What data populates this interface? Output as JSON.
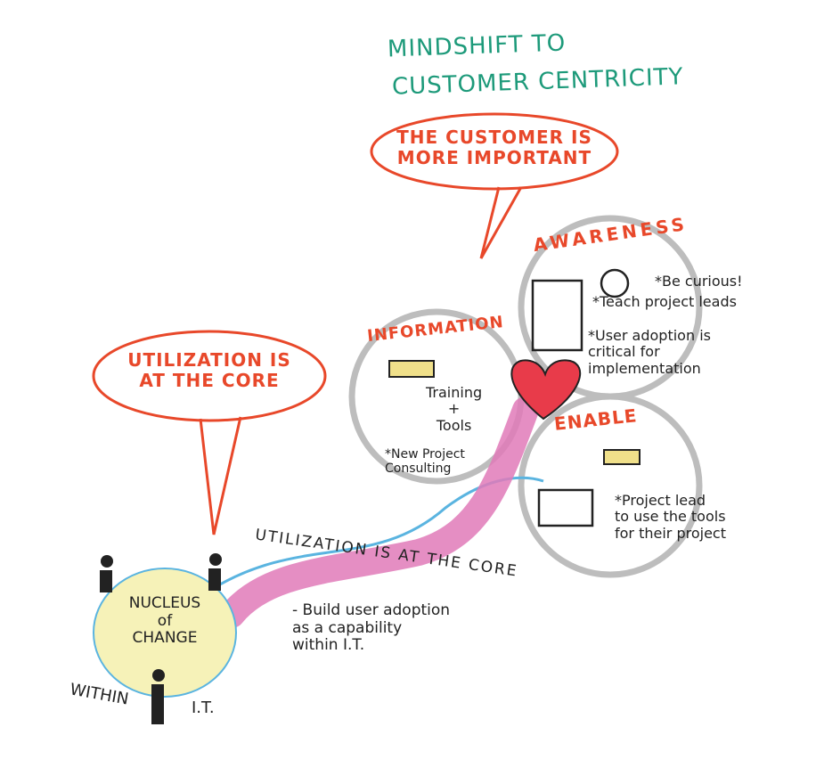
{
  "title": {
    "line1": "MINDSHIFT TO",
    "line2": "CUSTOMER CENTRICITY"
  },
  "bubble_customer": "THE CUSTOMER IS\nMORE IMPORTANT",
  "bubble_utilization": "UTILIZATION IS\nAT THE CORE",
  "awareness": {
    "heading": "AWARENESS",
    "points": [
      "*Be curious!",
      "*Teach project leads",
      "*User adoption is\ncritical for\nimplementation"
    ]
  },
  "information": {
    "heading": "INFORMATION",
    "training": "Training\n+\nTools",
    "consulting": "*New Project\nConsulting"
  },
  "enable": {
    "heading": "ENABLE",
    "point": "*Project lead\nto use the tools\nfor their project"
  },
  "ribbon_text": "UTILIZATION IS AT THE CORE",
  "nucleus": "NUCLEUS\nof\nCHANGE",
  "within": {
    "left": "WITHIN",
    "right": "I.T."
  },
  "note": "- Build user adoption\nas a capability\nwithin I.T.",
  "colors": {
    "red": "#e8482a",
    "green": "#1d9a7a",
    "pink": "#e07ab8",
    "gray": "#bdbdbd",
    "nucleus": "#f6f2b8"
  }
}
